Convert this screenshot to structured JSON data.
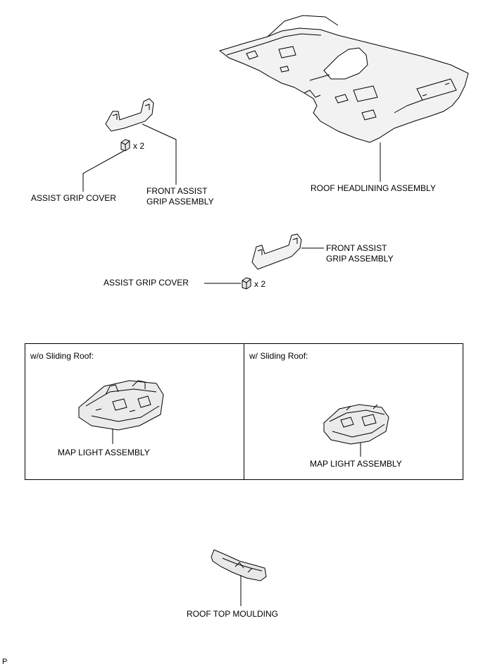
{
  "labels": {
    "roof_headlining": "ROOF HEADLINING ASSEMBLY",
    "assist_grip_cover_1": "ASSIST GRIP COVER",
    "front_assist_grip_1": "FRONT ASSIST\nGRIP ASSEMBLY",
    "qty_cover_1": "x 2",
    "assist_grip_cover_2": "ASSIST GRIP COVER",
    "front_assist_grip_2": "FRONT ASSIST\nGRIP ASSEMBLY",
    "qty_cover_2": "x 2",
    "roof_top_moulding": "ROOF TOP MOULDING"
  },
  "panels": {
    "without_sliding_roof": {
      "title": "w/o Sliding Roof:",
      "part": "MAP LIGHT ASSEMBLY"
    },
    "with_sliding_roof": {
      "title": "w/ Sliding Roof:",
      "part": "MAP LIGHT ASSEMBLY"
    }
  },
  "footer": {
    "code": "P"
  }
}
